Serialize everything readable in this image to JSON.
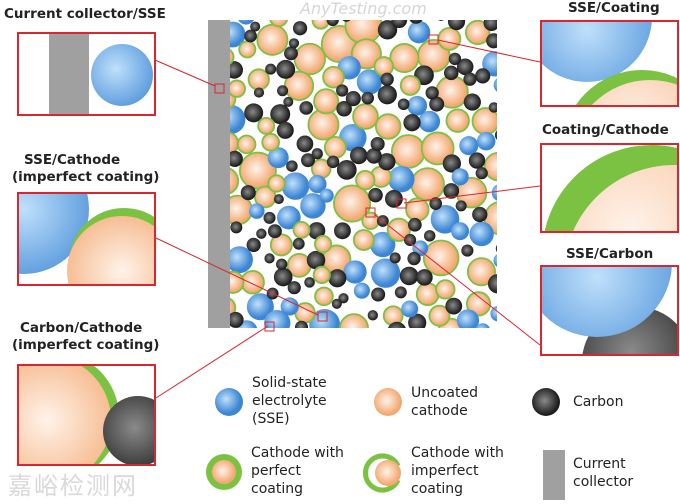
{
  "insets": {
    "current_collector_sse": "Current collector/SSE",
    "sse_cathode": [
      "SSE/Cathode",
      "(imperfect coating)"
    ],
    "carbon_cathode": [
      "Carbon/Cathode",
      "(imperfect coating)"
    ],
    "sse_coating": "SSE/Coating",
    "coating_cathode": "Coating/Cathode",
    "sse_carbon": "SSE/Carbon"
  },
  "legend": {
    "sse": [
      "Solid-state",
      "electrolyte",
      "(SSE)"
    ],
    "uncoated": [
      "Uncoated",
      "cathode"
    ],
    "carbon": "Carbon",
    "perfect": [
      "Cathode with",
      "perfect",
      "coating"
    ],
    "imperfect": [
      "Cathode with",
      "imperfect",
      "coating"
    ],
    "collector": [
      "Current",
      "collector"
    ]
  },
  "watermark": {
    "cn": "嘉峪检测网",
    "en": "AnyTesting.com"
  },
  "colors": {
    "sse": "#4a90d9",
    "cathode": "#f5b98a",
    "carbon": "#333333",
    "coating": "#7cc242",
    "collector": "#a0a0a0",
    "frame": "#d8272e"
  }
}
